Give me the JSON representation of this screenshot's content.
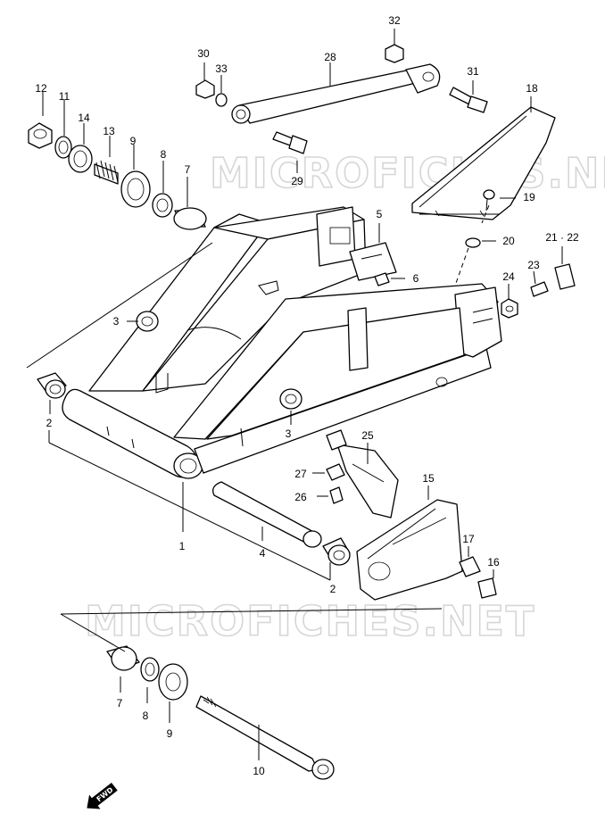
{
  "watermark": {
    "text": "MICROFICHES.NET",
    "color": "#d6d6d6"
  },
  "direction_badge": {
    "label": "FWD",
    "icon": "arrow-icon"
  },
  "callouts": [
    "1",
    "2",
    "2",
    "3",
    "3",
    "4",
    "5",
    "6",
    "7",
    "7",
    "8",
    "8",
    "9",
    "9",
    "10",
    "11",
    "12",
    "13",
    "14",
    "15",
    "16",
    "17",
    "18",
    "19",
    "20",
    "21 · 22",
    "23",
    "24",
    "25",
    "26",
    "27",
    "28",
    "29",
    "30",
    "31",
    "32",
    "33"
  ]
}
